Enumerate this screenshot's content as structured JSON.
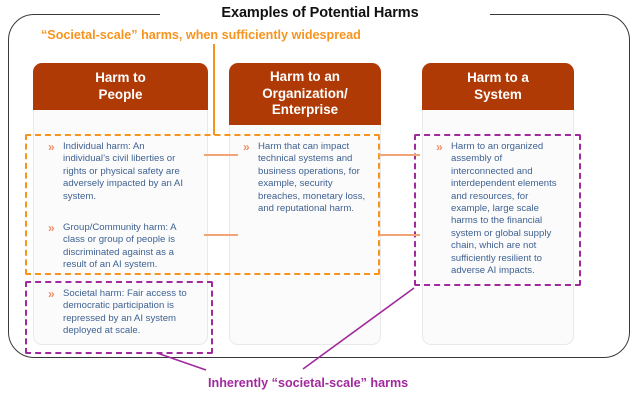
{
  "title": "Examples of Potential Harms",
  "top_caption": "“Societal-scale” harms, when sufficiently widespread",
  "bottom_caption": "Inherently “societal-scale” harms",
  "colors": {
    "header_fill": "#B03A06",
    "header_text": "#FFFFFF",
    "body_text": "#3F6293",
    "orange_accent": "#F7941E",
    "purple_accent": "#A0299D",
    "bullet_chevron": "#F0906A",
    "connector": "#F2A477",
    "frame_border": "#3A3A3A"
  },
  "bullet_glyph": "»",
  "columns": [
    {
      "id": "people",
      "header": "Harm to\nPeople",
      "header_lines": [
        "Harm to",
        "People"
      ],
      "items": [
        "Individual harm: An individual’s civil liberties or rights or physical safety are adversely impacted by an AI system.",
        "Group/Community harm: A class or group of people is discriminated against as a result of an AI system.",
        "Societal harm: Fair access to democratic participation is repressed by an AI system deployed at scale."
      ]
    },
    {
      "id": "organization",
      "header": "Harm to an Organization/ Enterprise",
      "header_lines": [
        "Harm to an",
        "Organization/",
        "Enterprise"
      ],
      "items": [
        "Harm that can impact technical systems and business operations, for example, security breaches, monetary loss, and reputational harm."
      ]
    },
    {
      "id": "system",
      "header": "Harm to a System",
      "header_lines": [
        "Harm to a",
        "System"
      ],
      "items": [
        "Harm to an organized assembly of interconnected and interdependent elements and resources, for example, large scale harms to the financial system or global supply chain, which are not sufficiently resilient to adverse AI impacts."
      ]
    }
  ]
}
